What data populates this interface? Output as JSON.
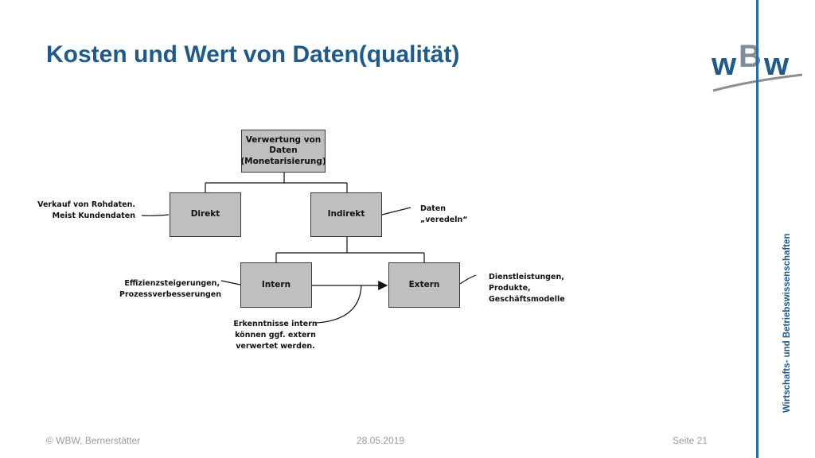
{
  "slide": {
    "title": "Kosten und Wert von Daten(qualität)",
    "side_label": "Wirtschafts- und Betriebswissenschaften",
    "logo_text": "wBw"
  },
  "diagram": {
    "root": "Verwertung von\nDaten\n(Monetarisierung)",
    "direkt": "Direkt",
    "indirekt": "Indirekt",
    "intern": "Intern",
    "extern": "Extern",
    "note_direkt": "Verkauf von Rohdaten.\nMeist Kundendaten",
    "note_indirekt": "Daten\n„veredeln“",
    "note_intern": "Effizienzsteigerungen,\nProzessverbesserungen",
    "note_extern": "Dienstleistungen,\nProdukte,\nGeschäftsmodelle",
    "note_transfer": "Erkenntnisse intern\nkönnen ggf. extern\nverwertet werden."
  },
  "footer": {
    "copyright": "© WBW, Bernerstätter",
    "date": "28.05.2019",
    "page": "Seite 21"
  },
  "colors": {
    "accent": "#1f5a8c",
    "box_fill": "#bfbfbf"
  }
}
